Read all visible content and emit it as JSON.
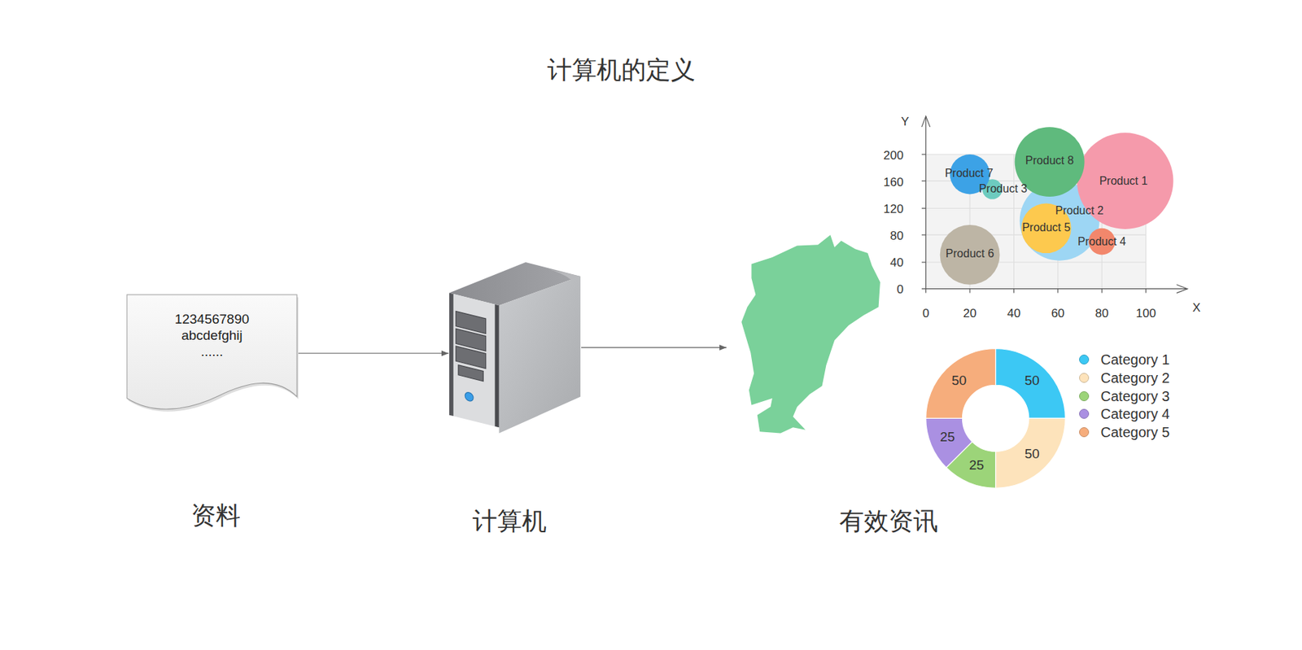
{
  "diagram": {
    "title": "计算机的定义",
    "nodes": [
      {
        "text": [
          "1234567890 abcdefghij ......",
          "资料"
        ]
      },
      {
        "text": [
          "计算机"
        ]
      },
      {
        "text": [
          "有效资讯"
        ]
      }
    ],
    "edges": [
      {
        "from": 0,
        "to": 1,
        "arrow": "to"
      },
      {
        "from": 1,
        "to": 2,
        "arrow": "to"
      }
    ],
    "labels": [
      "Y",
      "200",
      "160",
      "120",
      "80",
      "40",
      "0",
      "0",
      "20",
      "40",
      "60",
      "80",
      "100",
      "X",
      "Product 7",
      "Product 3",
      "Product 8",
      "Product 1",
      "Product 2",
      "Product 5",
      "Product 4",
      "Product 6",
      "50",
      "50",
      "25",
      "25",
      "50"
    ],
    "legend": [
      {
        "text": "Category 1",
        "color": "#3cc8f4"
      },
      {
        "text": "Category 2",
        "color": "#fde3bb"
      },
      {
        "text": "Category 3",
        "color": "#9cd479"
      },
      {
        "text": "Category 4",
        "color": "#aa90e2"
      },
      {
        "text": "Category 5",
        "color": "#f6ad7c"
      }
    ]
  }
}
